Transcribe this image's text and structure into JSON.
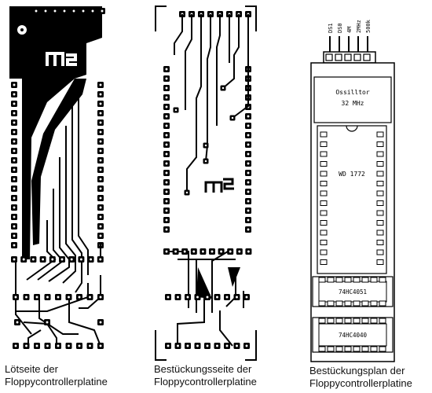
{
  "panels": {
    "solder_side": {
      "caption_line1": "Lötseite der",
      "caption_line2": "Floppycontrollerplatine"
    },
    "component_side": {
      "caption_line1": "Bestückungsseite der",
      "caption_line2": "Floppycontrollerplatine"
    },
    "placement_plan": {
      "caption_line1": "Bestückungsplan der",
      "caption_line2": "Floppycontrollerplatine",
      "pin_labels": [
        "DS1",
        "DS0",
        "4M",
        "2MHz",
        "500k"
      ],
      "oscillator_line1": "Ossilltor",
      "oscillator_line2": "32 MHz",
      "chip_main": "WD 1772",
      "chip_mux": "74HC4051",
      "chip_counter": "74HC4040"
    }
  },
  "colors": {
    "ink": "#000000",
    "paper": "#ffffff"
  }
}
